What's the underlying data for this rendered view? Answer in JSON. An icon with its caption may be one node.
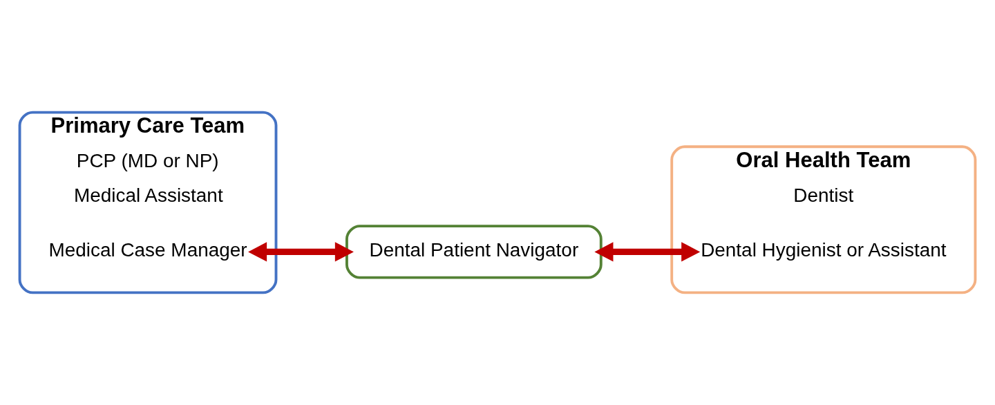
{
  "diagram": {
    "nodes": [
      {
        "text": [
          "Primary Care Team",
          "PCP (MD or NP)",
          "Medical Assistant"
        ]
      },
      {
        "text": [
          "Medical Case Manager"
        ],
        "in": 0
      },
      {
        "text": [
          "Dental Patient Navigator"
        ]
      },
      {
        "text": [
          "Oral Health Team",
          "Dentist"
        ]
      },
      {
        "text": [
          "Dental Hygienist or Assistant"
        ],
        "in": 3
      }
    ],
    "edges": [
      {
        "from": 1,
        "to": 2,
        "arrow": "both",
        "color": "#c00000"
      },
      {
        "from": 2,
        "to": 4,
        "arrow": "both",
        "color": "#c00000"
      }
    ]
  }
}
